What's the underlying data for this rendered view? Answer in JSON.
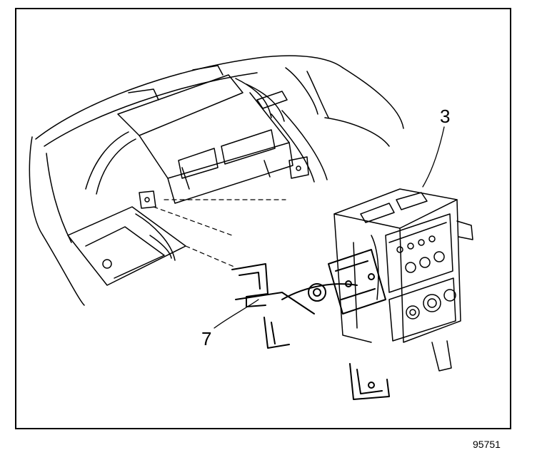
{
  "callouts": {
    "part_3": "3",
    "part_7": "7"
  },
  "figure_number": "95751"
}
